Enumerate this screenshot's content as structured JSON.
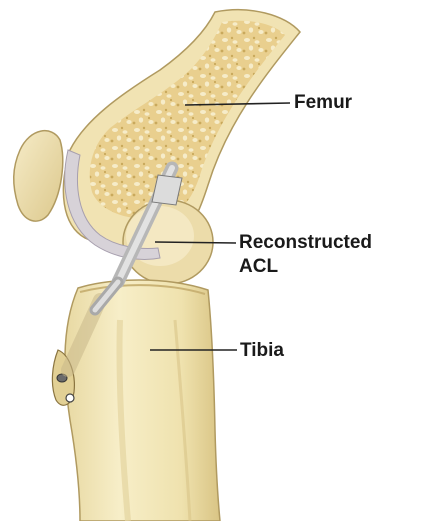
{
  "labels": {
    "femur": "Femur",
    "acl_line1": "Reconstructed",
    "acl_line2": "ACL",
    "tibia": "Tibia"
  },
  "colors": {
    "background": "#ffffff",
    "bone": "#f1e3b3",
    "bone_shadow": "#d8c488",
    "marrow": "#e9cf8e",
    "marrow_holes": "#f6ecc9",
    "cartilage": "#d7d2d8",
    "ligament": "#d0d0d0",
    "outline": "#b09a60",
    "leader": "#222222",
    "text": "#1a1a1a"
  }
}
